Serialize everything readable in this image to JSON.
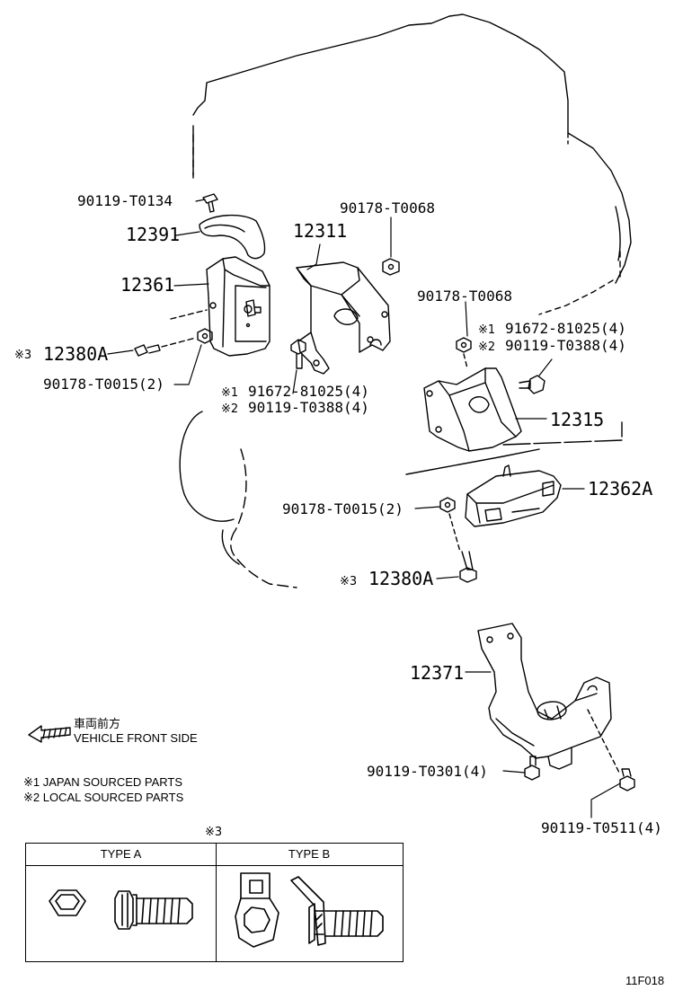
{
  "labels": {
    "p90119_T0134": "90119-T0134",
    "p12391": "12391",
    "p12361": "12361",
    "p12311": "12311",
    "p90178_T0068_top": "90178-T0068",
    "p90178_T0068_right": "90178-T0068",
    "note1_mark_right": "※1",
    "p91672_right": "91672-81025(4)",
    "note2_mark_right": "※2",
    "p90119_T0388_right": "90119-T0388(4)",
    "note3_mark_left": "※3",
    "p12380A_left": "12380A",
    "p90178_T0015_left": "90178-T0015(2)",
    "note1_mark_mid": "※1",
    "p91672_mid": "91672-81025(4)",
    "note2_mark_mid": "※2",
    "p90119_T0388_mid": "90119-T0388(4)",
    "p12315": "12315",
    "p90178_T0015_mid": "90178-T0015(2)",
    "p12362A": "12362A",
    "note3_mark_mid": "※3",
    "p12380A_mid": "12380A",
    "p12371": "12371",
    "p90119_T0301": "90119-T0301(4)",
    "p90119_T0511": "90119-T0511(4)"
  },
  "legend": {
    "direction_jp": "車両前方",
    "direction_en": "VEHICLE FRONT SIDE",
    "note1": "※1 JAPAN SOURCED PARTS",
    "note2": "※2 LOCAL SOURCED PARTS"
  },
  "type_table": {
    "mark": "※3",
    "type_a": "TYPE A",
    "type_b": "TYPE B"
  },
  "figure_code": "11F018"
}
